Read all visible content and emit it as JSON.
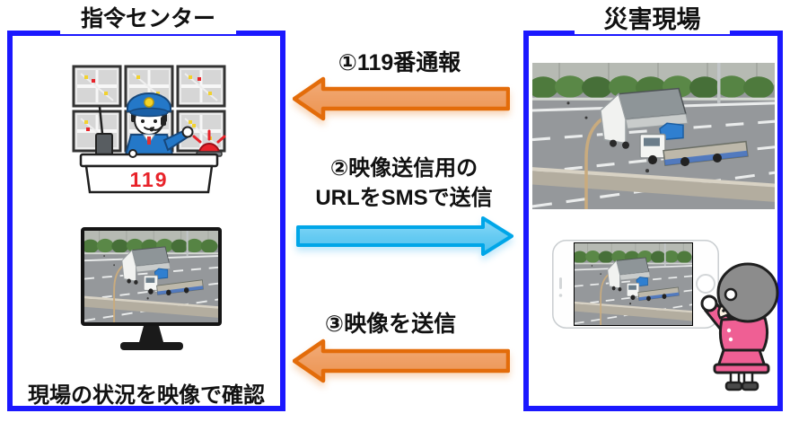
{
  "diagram": {
    "left_panel": {
      "title": "指令センター",
      "caption": "現場の状況を映像で確認",
      "desk_label": "119"
    },
    "right_panel": {
      "title": "災害現場"
    },
    "arrows": [
      {
        "step": "1",
        "label": "①119番通報",
        "direction": "right-to-left",
        "color": "#E36C0A"
      },
      {
        "step": "2",
        "label_line1": "②映像送信用の",
        "label_line2": "URLをSMSで送信",
        "direction": "left-to-right",
        "color": "#00A6E8"
      },
      {
        "step": "3",
        "label": "③映像を送信",
        "direction": "right-to-left",
        "color": "#E36C0A"
      }
    ],
    "colors": {
      "panel_border": "#1B18FF",
      "orange_arrow_fill": "#F0A26B",
      "orange_arrow_stroke": "#E36C0A",
      "blue_arrow_fill": "#66CBF2",
      "blue_arrow_stroke": "#00A6E8",
      "emergency_red": "#E8232A"
    },
    "illustrations": {
      "left_top": "dispatch-operator-illustration",
      "left_bottom": "monitor-showing-accident-video",
      "right_top": "highway-accident-photo",
      "right_bottom": "smartphone-filming-and-reporter"
    }
  }
}
